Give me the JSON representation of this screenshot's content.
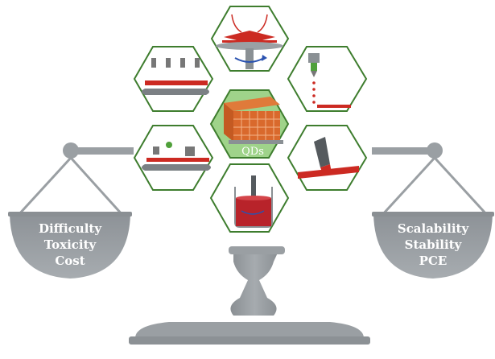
{
  "left_pan": {
    "lines": [
      "Difficulty",
      "Toxicity",
      "Cost"
    ]
  },
  "right_pan": {
    "lines": [
      "Scalability",
      "Stability",
      "PCE"
    ]
  },
  "center": {
    "label": "QDs"
  },
  "colors": {
    "scale": "#9a9fa3",
    "scale_dark": "#7d8286",
    "hex_border": "#3e7d2e",
    "hex_center": "#9fd38a",
    "accent_red": "#cc2a22",
    "qd_cube": "#d9692c"
  },
  "icons": [
    "spin-coating-icon",
    "blade-coating-icon",
    "inkjet-printing-icon",
    "slot-die-coating-icon",
    "dip-coating-icon",
    "spray-coating-icon",
    "roll-to-roll-printing-icon",
    "quantum-dot-array-icon"
  ]
}
